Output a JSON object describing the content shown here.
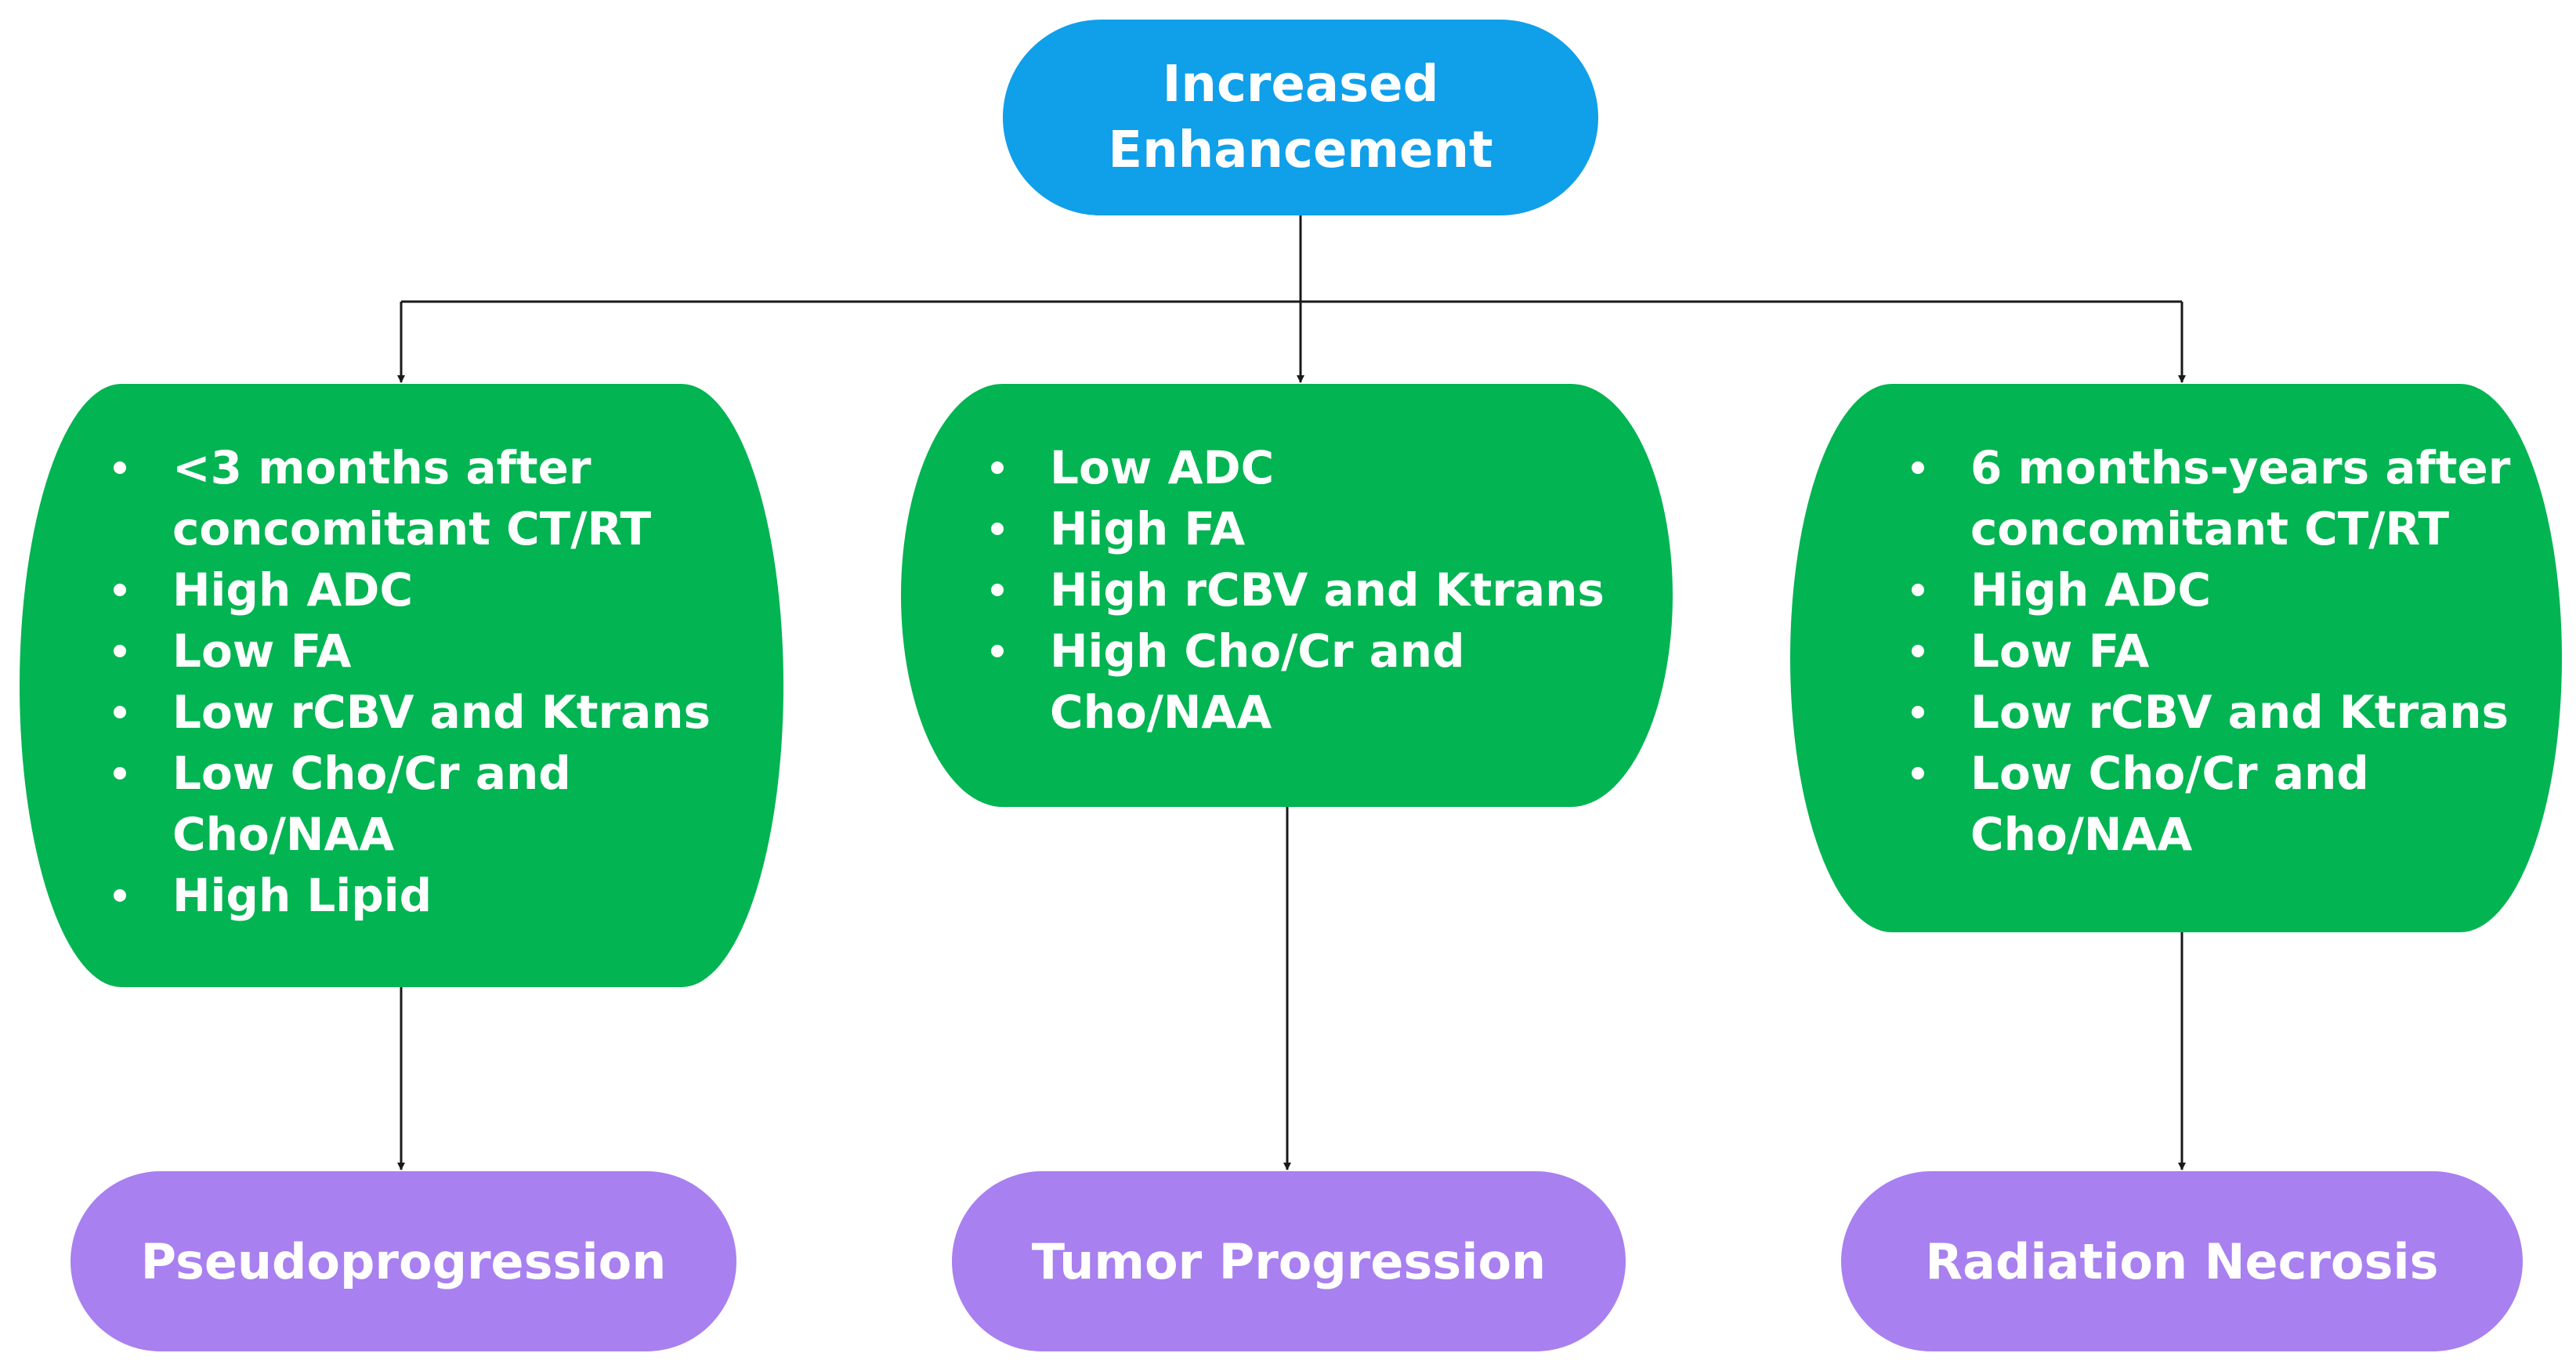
{
  "root": {
    "lines": [
      "Increased",
      "Enhancement"
    ],
    "color": "#109fe9"
  },
  "branches": [
    {
      "criteria": [
        "<3 months after concomitant CT/RT",
        "High ADC",
        "Low FA",
        "Low rCBV and Ktrans",
        "Low Cho/Cr and Cho/NAA",
        "High Lipid"
      ],
      "outcome": "Pseudoprogression"
    },
    {
      "criteria": [
        "Low ADC",
        "High FA",
        "High rCBV and Ktrans",
        "High Cho/Cr and Cho/NAA"
      ],
      "outcome": "Tumor Progression"
    },
    {
      "criteria": [
        "6 months-years after concomitant CT/RT",
        "High ADC",
        "Low FA",
        "Low rCBV and Ktrans",
        "Low Cho/Cr and Cho/NAA"
      ],
      "outcome": "Radiation Necrosis"
    }
  ],
  "colors": {
    "root": "#109fe9",
    "criteria": "#02b452",
    "outcome": "#a880ef",
    "connector": "#1a1a1a"
  }
}
